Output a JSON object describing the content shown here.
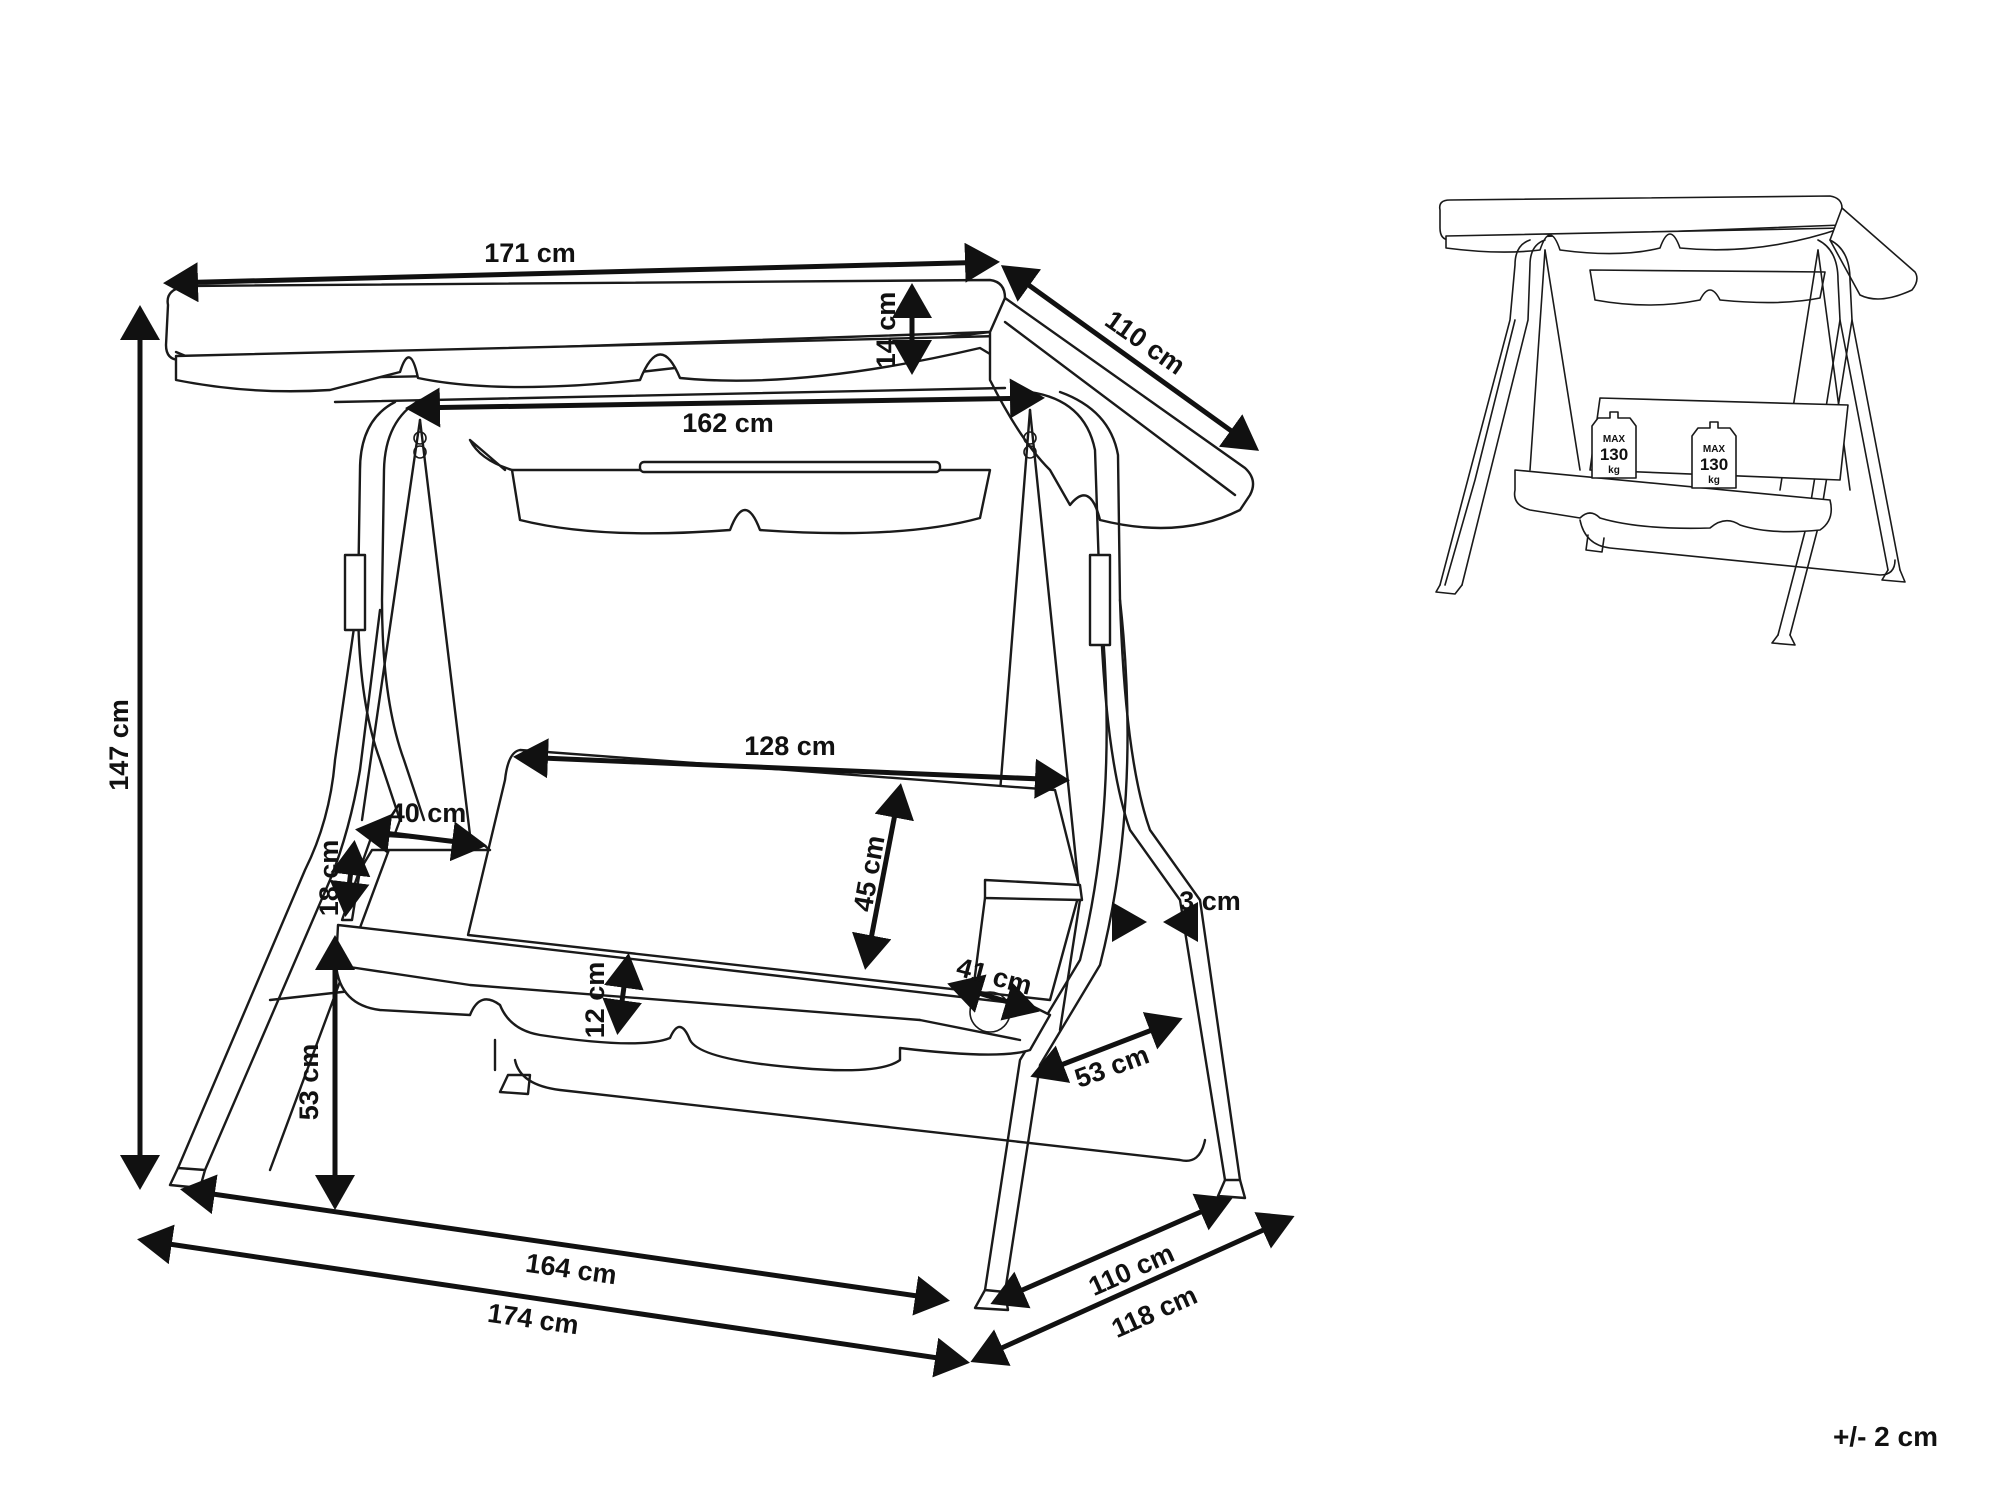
{
  "dimensions": {
    "canopy_width": "171 cm",
    "canopy_depth": "110 cm",
    "canopy_height": "14 cm",
    "frame_inner_width": "162 cm",
    "total_height": "147 cm",
    "seat_width": "128 cm",
    "backrest_height": "45 cm",
    "armrest_length": "40 cm",
    "armrest_height": "18 cm",
    "tube_diameter": "3 cm",
    "seat_depth": "41 cm",
    "cushion_thickness": "12 cm",
    "seat_height": "53 cm",
    "seat_to_frame": "53 cm",
    "base_width_inner": "164 cm",
    "base_width_outer": "174 cm",
    "base_depth_inner": "110 cm",
    "base_depth_outer": "118 cm"
  },
  "max_load": {
    "label": "MAX",
    "value": "130",
    "unit": "kg"
  },
  "tolerance": "+/- 2 cm"
}
